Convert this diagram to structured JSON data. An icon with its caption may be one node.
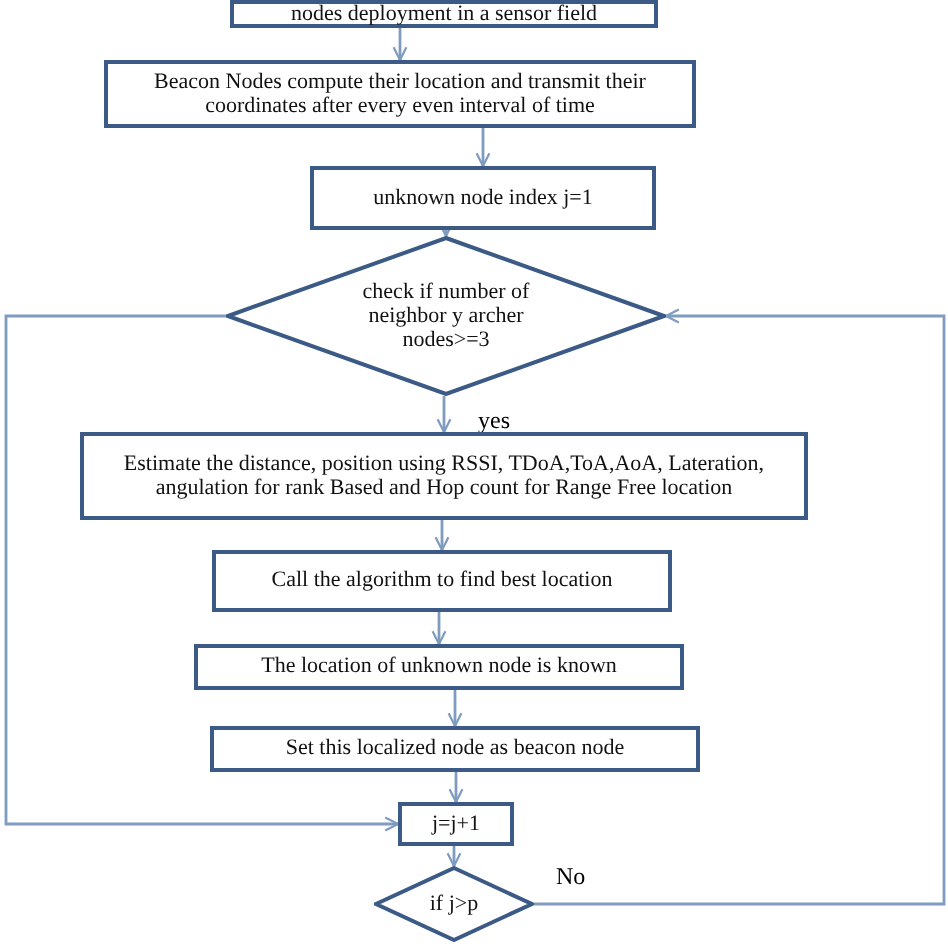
{
  "diagram": {
    "nodes": [
      {
        "text": [
          "nodes deployment in a sensor field"
        ]
      },
      {
        "text": [
          "Beacon Nodes compute their location and transmit their coordinates after every even interval of time"
        ]
      },
      {
        "text": [
          "unknown node index j=1"
        ]
      },
      {
        "text": [
          "check if number of neighbor y archer nodes>=3"
        ]
      },
      {
        "text": [
          "Estimate the distance, position using RSSI, TDoA,ToA,AoA, Lateration, angulation for rank Based and Hop count for Range Free location"
        ]
      },
      {
        "text": [
          "Call the algorithm to find best location"
        ]
      },
      {
        "text": [
          "The location of unknown node is known"
        ]
      },
      {
        "text": [
          "Set this localized node as beacon node"
        ]
      },
      {
        "text": [
          "j=j+1"
        ]
      },
      {
        "text": [
          "if j>p"
        ]
      }
    ],
    "edges": [
      {
        "from": 0,
        "to": 1,
        "arrow": "to"
      },
      {
        "from": 1,
        "to": 2,
        "arrow": "to"
      },
      {
        "from": 2,
        "to": 3,
        "arrow": "to"
      },
      {
        "from": 3,
        "to": 4,
        "arrow": "to",
        "label": "yes"
      },
      {
        "from": 4,
        "to": 5,
        "arrow": "to"
      },
      {
        "from": 5,
        "to": 6,
        "arrow": "to"
      },
      {
        "from": 6,
        "to": 7,
        "arrow": "to"
      },
      {
        "from": 7,
        "to": 8,
        "arrow": "to"
      },
      {
        "from": 8,
        "to": 9,
        "arrow": "to"
      },
      {
        "from": 3,
        "to": 8,
        "arrow": "to"
      },
      {
        "from": 9,
        "to": 3,
        "arrow": "to",
        "label": "No"
      }
    ]
  }
}
